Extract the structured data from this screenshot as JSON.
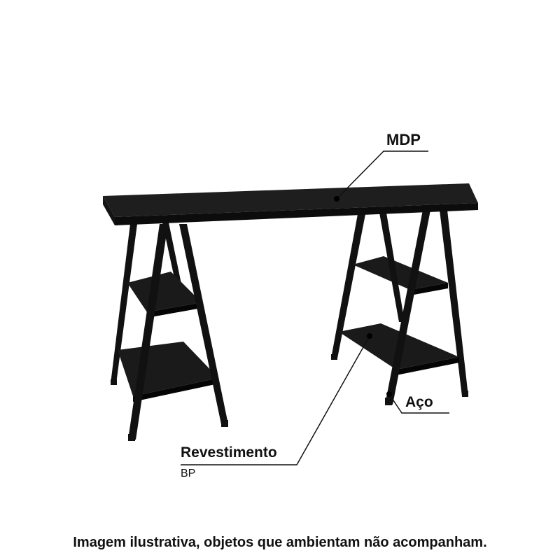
{
  "callouts": {
    "top": {
      "title": "MDP"
    },
    "leg": {
      "title": "Aço"
    },
    "shelf": {
      "title": "Revestimento",
      "subtitle": "BP"
    }
  },
  "caption": "Imagem ilustrativa, objetos que ambientam não acompanham.",
  "colors": {
    "furniture": "#1c1c1c",
    "furniture_dark": "#0a0a0a",
    "leader_line": "#111111",
    "background": "#ffffff"
  }
}
